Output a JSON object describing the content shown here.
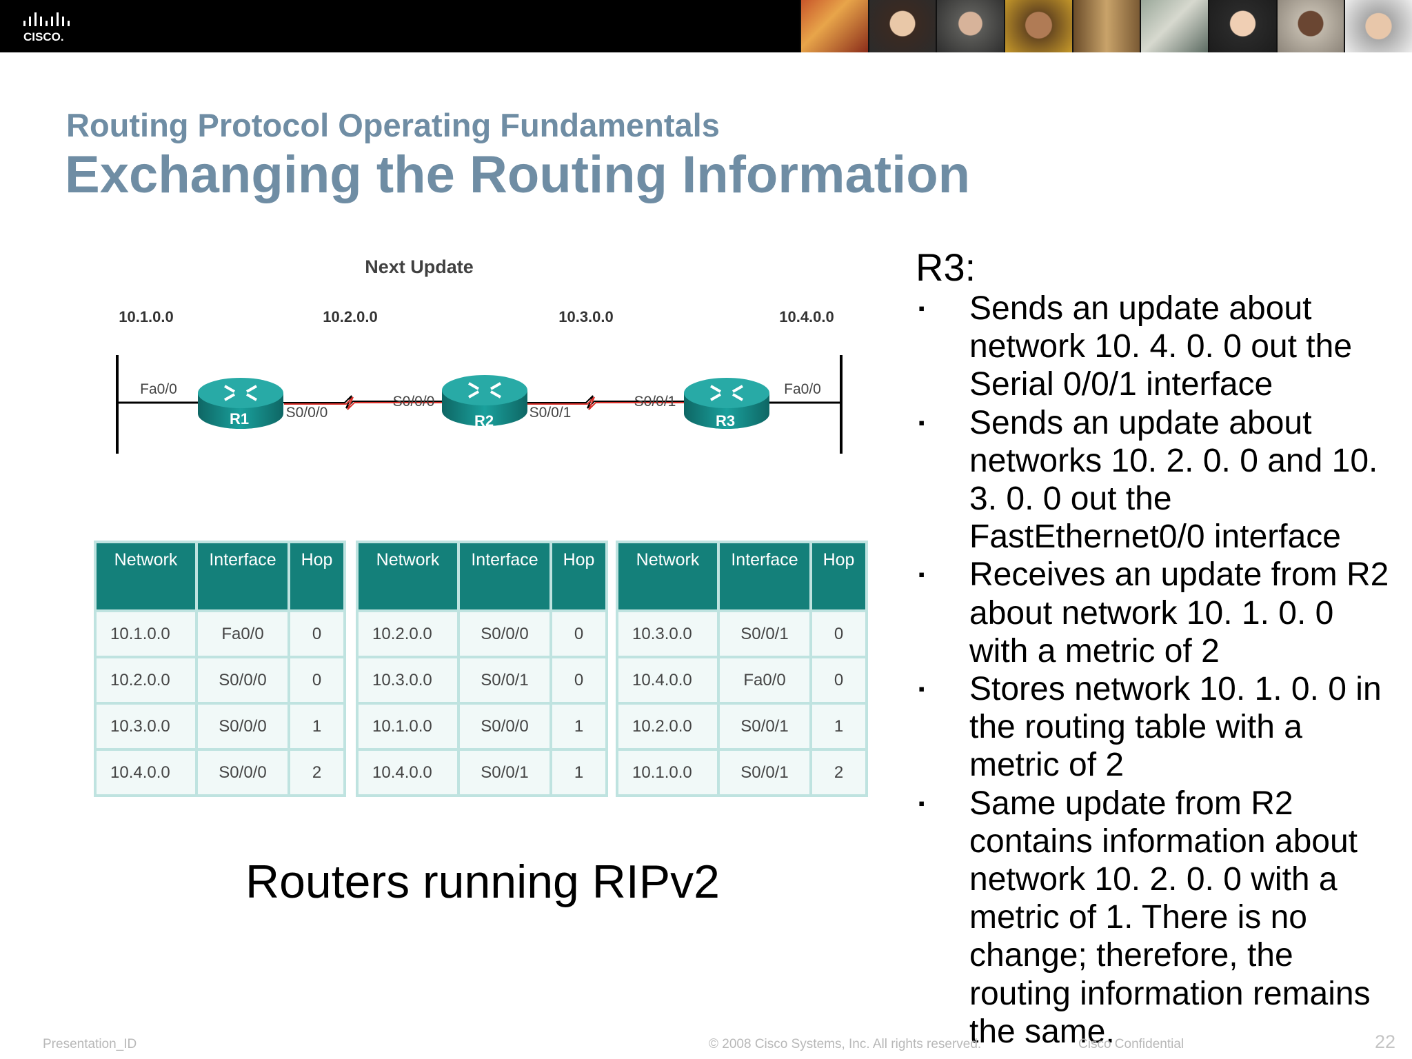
{
  "header": {
    "logo_text": "CISCO.",
    "photo_strip": "people-photo-strip"
  },
  "slide": {
    "subtitle": "Routing Protocol Operating Fundamentals",
    "title": "Exchanging the Routing Information"
  },
  "diagram": {
    "label": "Next Update",
    "networks": [
      "10.1.0.0",
      "10.2.0.0",
      "10.3.0.0",
      "10.4.0.0"
    ],
    "routers": [
      "R1",
      "R2",
      "R3"
    ],
    "interfaces": {
      "r1_left": "Fa0/0",
      "r1_right": "S0/0/0",
      "r2_left": "S0/0/0",
      "r2_right": "S0/0/1",
      "r3_left": "S0/0/1",
      "r3_right": "Fa0/0"
    }
  },
  "tables": {
    "headers": [
      "Network",
      "Interface",
      "Hop"
    ],
    "r1": [
      [
        "10.1.0.0",
        "Fa0/0",
        "0"
      ],
      [
        "10.2.0.0",
        "S0/0/0",
        "0"
      ],
      [
        "10.3.0.0",
        "S0/0/0",
        "1"
      ],
      [
        "10.4.0.0",
        "S0/0/0",
        "2"
      ]
    ],
    "r2": [
      [
        "10.2.0.0",
        "S0/0/0",
        "0"
      ],
      [
        "10.3.0.0",
        "S0/0/1",
        "0"
      ],
      [
        "10.1.0.0",
        "S0/0/0",
        "1"
      ],
      [
        "10.4.0.0",
        "S0/0/1",
        "1"
      ]
    ],
    "r3": [
      [
        "10.3.0.0",
        "S0/0/1",
        "0"
      ],
      [
        "10.4.0.0",
        "Fa0/0",
        "0"
      ],
      [
        "10.2.0.0",
        "S0/0/1",
        "1"
      ],
      [
        "10.1.0.0",
        "S0/0/1",
        "2"
      ]
    ]
  },
  "caption": "Routers running RIPv2",
  "panel": {
    "heading": "R3:",
    "bullet_marker": "▪",
    "bullets": [
      "Sends an update about network 10. 4. 0. 0 out the Serial 0/0/1 interface",
      "Sends an update about networks 10. 2. 0. 0 and 10. 3. 0. 0 out the FastEthernet0/0 interface",
      "Receives an update from R2 about network 10. 1. 0. 0 with a metric of 2",
      "Stores network 10. 1. 0. 0 in the routing table with a metric of 2",
      "Same update from R2 contains information about network 10. 2. 0. 0 with a metric of 1. There is no change; therefore, the routing information remains the same."
    ]
  },
  "footer": {
    "presentation_id": "Presentation_ID",
    "copyright": "© 2008 Cisco Systems, Inc. All rights reserved.",
    "confidential": "Cisco Confidential",
    "page_number": "22"
  },
  "colors": {
    "title": "#6f8da4",
    "table_header": "#14807a",
    "table_border": "#bfe3e0",
    "router": "#1a8a88",
    "serial_link": "#d9302a"
  }
}
